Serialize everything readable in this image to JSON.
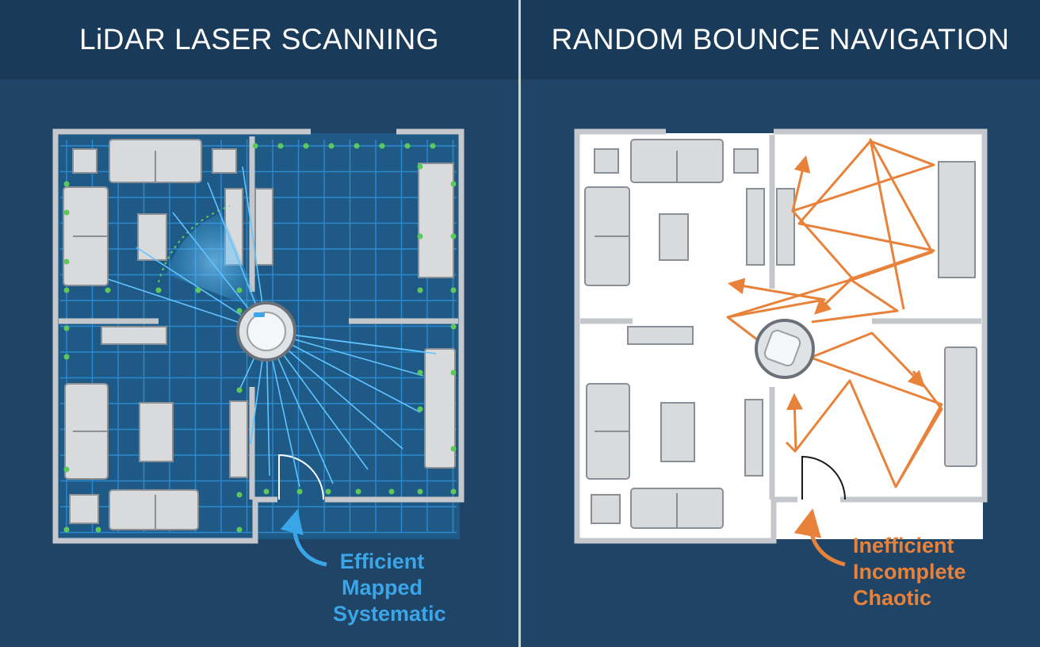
{
  "left_panel": {
    "title": "LiDAR LASER SCANNING",
    "caption_lines": [
      "Efficient",
      "Mapped",
      "Systematic"
    ],
    "accent": "#3aa6e8",
    "floor_color": "#1f5a86",
    "grid_color": "#2f8fd6",
    "node_color": "#5ec95a"
  },
  "right_panel": {
    "title": "RANDOM BOUNCE NAVIGATION",
    "caption_lines": [
      "Inefficient",
      "Incomplete",
      "Chaotic"
    ],
    "accent": "#e8823a",
    "floor_color": "#ffffff"
  },
  "colors": {
    "background": "#1f4466",
    "header": "#1a3a59",
    "wall": "#c4c8cc",
    "furniture": "#d9dadc",
    "furniture_stroke": "#8a8f96"
  }
}
